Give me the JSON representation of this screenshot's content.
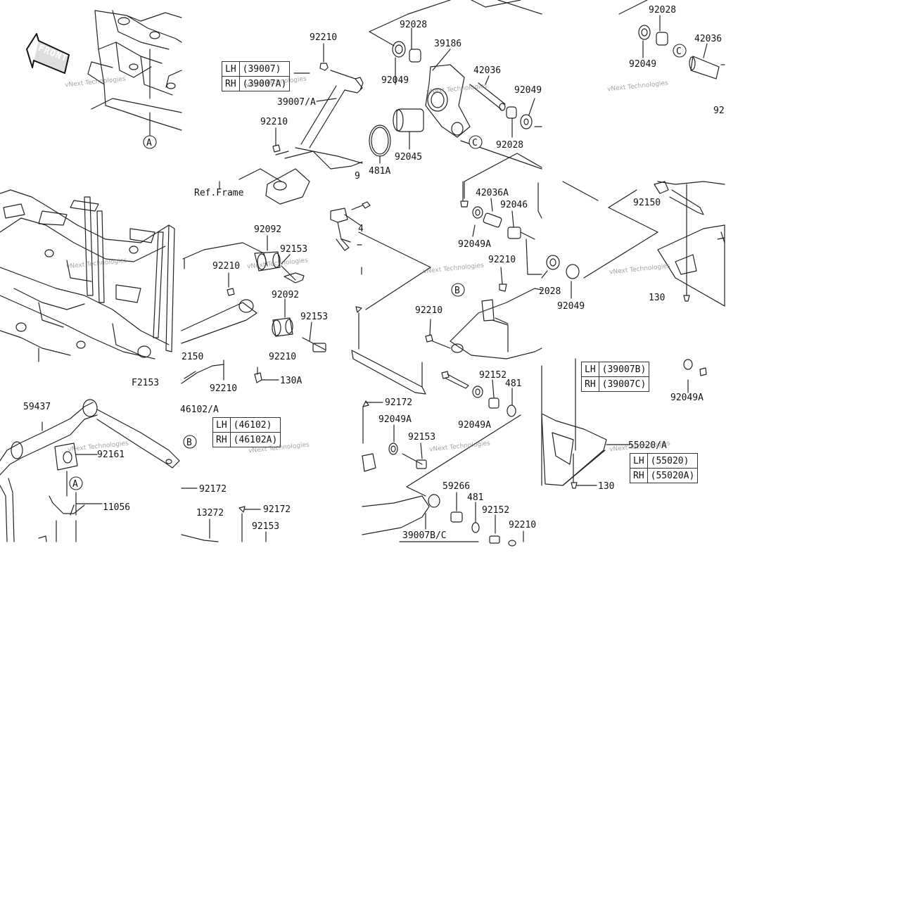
{
  "front_badge": "FRONT",
  "ref_frame": "Ref.Frame",
  "figure_code": "F2153",
  "watermark": "vNext Technologies",
  "callout_letters": [
    "A",
    "B",
    "C"
  ],
  "part_labels": {
    "p_92210": "92210",
    "p_39007A": "39007/A",
    "p_92028": "92028",
    "p_39186": "39186",
    "p_92049": "92049",
    "p_42036": "42036",
    "p_92045": "92045",
    "p_481A": "481A",
    "p_92": "92",
    "p_9": "9",
    "p_4": "4",
    "p_42036A": "42036A",
    "p_92046": "92046",
    "p_92049A": "92049A",
    "p_92150": "92150",
    "p_2028": "2028",
    "p_130": "130",
    "p_130A": "130A",
    "p_92092": "92092",
    "p_92153": "92153",
    "p_2150": "2150",
    "p_92172": "92172",
    "p_92152": "92152",
    "p_481": "481",
    "p_59437": "59437",
    "p_92161": "92161",
    "p_11056": "11056",
    "p_46102A": "46102/A",
    "p_13272": "13272",
    "p_59266": "59266",
    "p_39007BC": "39007B/C",
    "p_55020A": "55020/A"
  },
  "tables": {
    "t39007": {
      "rows": [
        {
          "side": "LH",
          "code": "(39007)"
        },
        {
          "side": "RH",
          "code": "(39007A)"
        }
      ]
    },
    "t46102": {
      "rows": [
        {
          "side": "LH",
          "code": "(46102)"
        },
        {
          "side": "RH",
          "code": "(46102A)"
        }
      ]
    },
    "t39007B": {
      "rows": [
        {
          "side": "LH",
          "code": "(39007B)"
        },
        {
          "side": "RH",
          "code": "(39007C)"
        }
      ]
    },
    "t55020": {
      "rows": [
        {
          "side": "LH",
          "code": "(55020)"
        },
        {
          "side": "RH",
          "code": "(55020A)"
        }
      ]
    }
  }
}
